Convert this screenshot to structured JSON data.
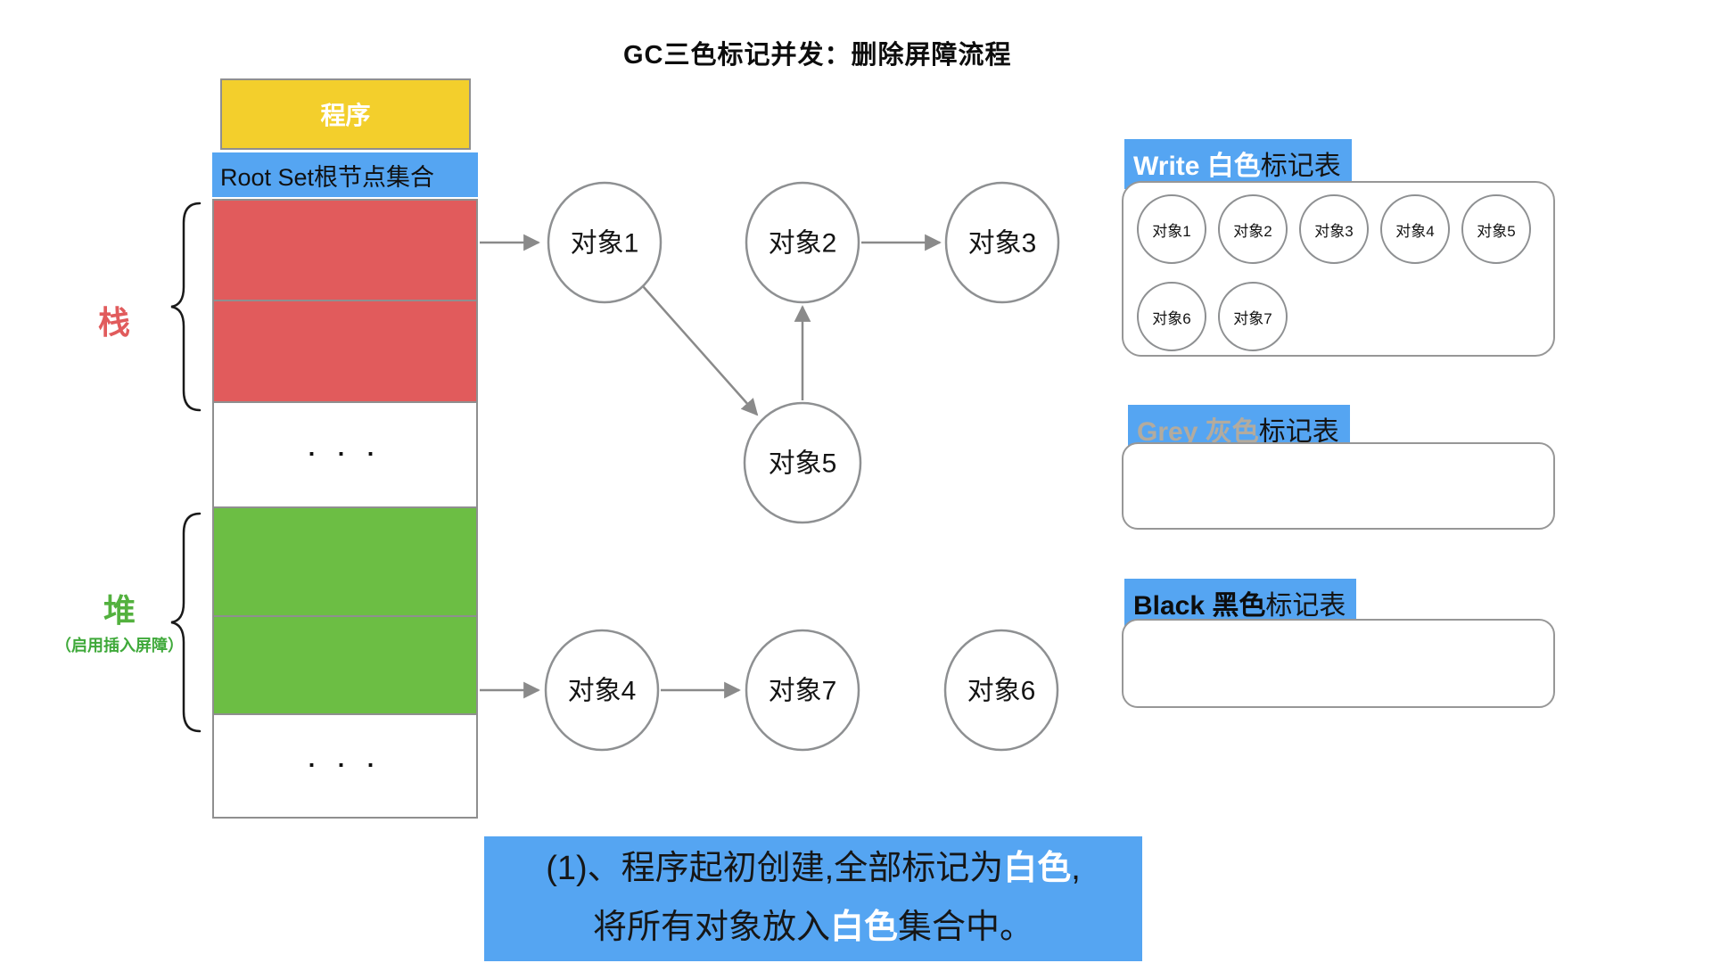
{
  "title": "GC三色标记并发：删除屏障流程",
  "memory_column": {
    "program": "程序",
    "root_set": "Root Set根节点集合",
    "stack_label": "栈",
    "heap_label": "堆",
    "heap_note": "（启用插入屏障）",
    "ellipsis": ". . ."
  },
  "object_graph": {
    "node1": "对象1",
    "node2": "对象2",
    "node3": "对象3",
    "node4": "对象4",
    "node5": "对象5",
    "node6": "对象6",
    "node7": "对象7"
  },
  "mark_tables": {
    "white": {
      "title_main": "Write 白色",
      "title_suffix": "标记表",
      "items": [
        "对象1",
        "对象2",
        "对象3",
        "对象4",
        "对象5",
        "对象6",
        "对象7"
      ]
    },
    "grey": {
      "title_main": "Grey 灰色",
      "title_suffix": "标记表",
      "items": []
    },
    "black": {
      "title_main": "Black 黑色",
      "title_suffix": "标记表",
      "items": []
    }
  },
  "caption": {
    "line1_pre": "(1)、程序起初创建,全部标记为",
    "line1_em": "白色",
    "line1_post": ",",
    "line2_pre": "将所有对象放入",
    "line2_em": "白色",
    "line2_post": "集合中。"
  },
  "colors": {
    "program_yellow": "#F3CF2C",
    "highlight_blue": "#55A5F2",
    "stack_red": "#E15B5C",
    "heap_green": "#6CBE44",
    "grey_label_text": "#B3AB9E",
    "box_border_grey": "#8F8F8F",
    "arrow_grey": "#8A8A8A"
  }
}
